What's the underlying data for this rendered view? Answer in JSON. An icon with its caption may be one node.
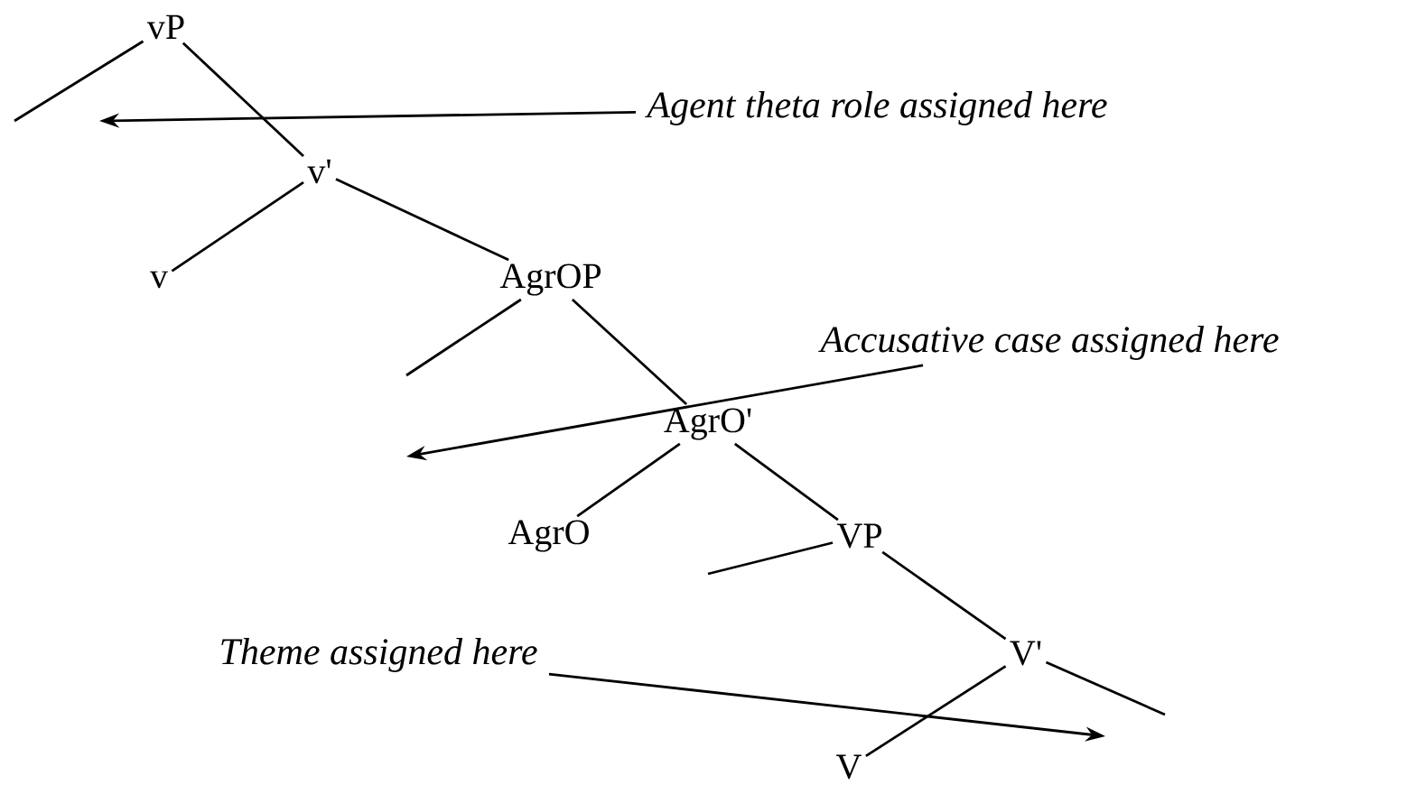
{
  "diagram": {
    "nodes": [
      {
        "text": [
          "vP"
        ]
      },
      {
        "text": [
          "v'"
        ]
      },
      {
        "text": [
          "v"
        ]
      },
      {
        "text": [
          "AgrOP"
        ]
      },
      {
        "text": [
          "AgrO'"
        ]
      },
      {
        "text": [
          "AgrO"
        ]
      },
      {
        "text": [
          "VP"
        ]
      },
      {
        "text": [
          "V'"
        ]
      },
      {
        "text": [
          "V"
        ]
      },
      {
        "text": [
          "Agent theta role assigned here"
        ]
      },
      {
        "text": [
          "Accusative case assigned here"
        ]
      },
      {
        "text": [
          "Theme assigned here"
        ]
      }
    ],
    "edges": [
      {
        "from": 0,
        "to": null,
        "arrow": "none"
      },
      {
        "from": 0,
        "to": 1,
        "arrow": "none"
      },
      {
        "from": 1,
        "to": 2,
        "arrow": "none"
      },
      {
        "from": 1,
        "to": 3,
        "arrow": "none"
      },
      {
        "from": 3,
        "to": null,
        "arrow": "none"
      },
      {
        "from": 3,
        "to": 4,
        "arrow": "none"
      },
      {
        "from": 4,
        "to": 5,
        "arrow": "none"
      },
      {
        "from": 4,
        "to": 6,
        "arrow": "none"
      },
      {
        "from": 6,
        "to": null,
        "arrow": "none"
      },
      {
        "from": 6,
        "to": 7,
        "arrow": "none"
      },
      {
        "from": 7,
        "to": 8,
        "arrow": "none"
      },
      {
        "from": 7,
        "to": null,
        "arrow": "none"
      },
      {
        "from": 9,
        "to": null,
        "arrow": "to"
      },
      {
        "from": 10,
        "to": null,
        "arrow": "to"
      },
      {
        "from": 11,
        "to": null,
        "arrow": "to"
      }
    ]
  }
}
